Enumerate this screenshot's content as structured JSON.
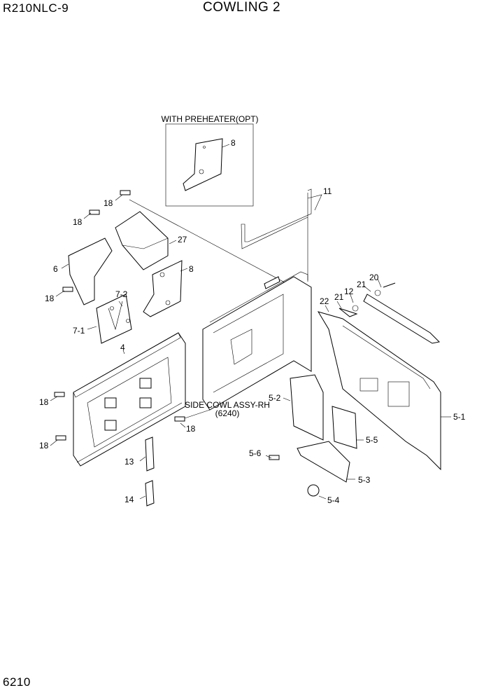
{
  "header": {
    "model": "R210NLC-9",
    "title": "COWLING 2"
  },
  "footer": {
    "page_number": "6210"
  },
  "inset": {
    "caption": "WITH PREHEATER(OPT)",
    "part_label": "8"
  },
  "reference": {
    "line1": "SIDE COWL ASSY-RH",
    "line2": "(6240)"
  },
  "callouts": [
    "18",
    "18",
    "27",
    "6",
    "8",
    "18",
    "7-2",
    "7-1",
    "4",
    "11",
    "20",
    "21",
    "12",
    "21",
    "22",
    "5-2",
    "18",
    "5-1",
    "5-5",
    "18",
    "13",
    "5-6",
    "5-3",
    "14",
    "5-4",
    "18"
  ]
}
